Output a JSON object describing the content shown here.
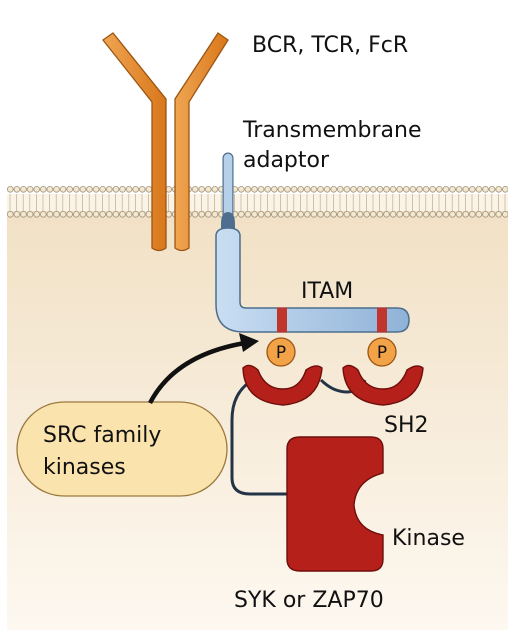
{
  "labels": {
    "receptors": "BCR, TCR, FcR",
    "adaptor_line1": "Transmembrane",
    "adaptor_line2": "adaptor",
    "itam": "ITAM",
    "phospho": "P",
    "sh2": "SH2",
    "src_line1": "SRC family",
    "src_line2": "kinases",
    "kinase": "Kinase",
    "syk": "SYK or ZAP70"
  },
  "colors": {
    "cytoplasm": "#f3e4cc",
    "membrane_head": "#f5e8cf",
    "membrane_outline": "#9a8f7a",
    "receptor": "#e78a2a",
    "receptor_outline": "#9b5512",
    "adaptor": "#a9c7e7",
    "adaptor_outline": "#4d6e8e",
    "itam_band": "#c0362c",
    "syk": "#b5201b",
    "syk_outline": "#6e0f0c",
    "phospho": "#f2a348",
    "src_box": "#fbe3ad",
    "linker": "#233446"
  }
}
